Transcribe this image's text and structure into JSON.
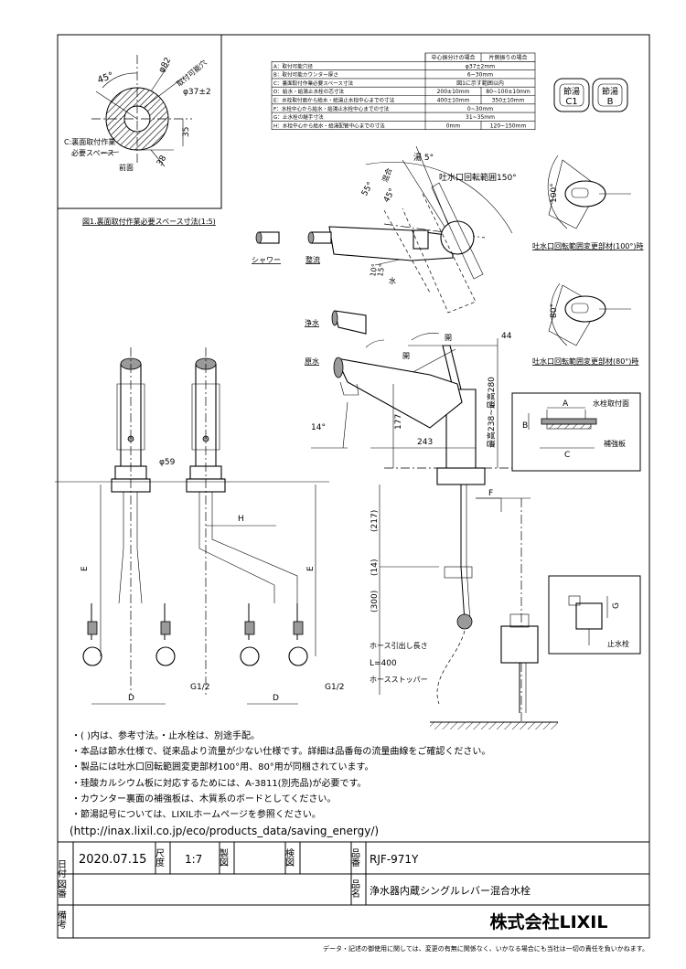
{
  "space_figure": {
    "angle": "45°",
    "dia_82": "φ82",
    "hole_label": "取付可能穴",
    "dia_37": "φ37±2",
    "dim_35": "35",
    "dim_38": "38",
    "space_label_1": "C:裏面取付作業",
    "space_label_2": "必要スペース",
    "front": "前面",
    "caption": "図1.裏面取付作業必要スペース寸法(1:5)"
  },
  "spec_table": {
    "col1": "中心振分けの場合",
    "col2": "片側振りの場合",
    "rows": [
      {
        "label": "A：取付可能穴径",
        "v1": "φ37±2mm",
        "v2": ""
      },
      {
        "label": "B：取付可能カウンター厚さ",
        "v1": "6~30mm",
        "v2": ""
      },
      {
        "label": "C：裏面取付作業必要スペース寸法",
        "v1": "図1に示す範囲以内",
        "v2": ""
      },
      {
        "label": "D：給水・給湯止水栓の芯寸法",
        "v1": "200±10mm",
        "v2": "80~100±10mm"
      },
      {
        "label": "E：水栓取付面から給水・給湯止水栓中心までの寸法",
        "v1": "400±10mm",
        "v2": "350±10mm"
      },
      {
        "label": "F：水栓中心から給水・給湯止水栓中心までの寸法",
        "v1": "0~30mm",
        "v2": ""
      },
      {
        "label": "G：止水栓の継手寸法",
        "v1": "31~35mm",
        "v2": ""
      },
      {
        "label": "H：水栓中心から給水・給湯配管中心までの寸法",
        "v1": "0mm",
        "v2": "120~150mm"
      }
    ]
  },
  "badges": {
    "c1_top": "節湯",
    "c1_main": "C1",
    "b_top": "節湯",
    "b_main": "B"
  },
  "spout_figures": {
    "rot_label": "吐水口回転範囲150°",
    "hot_angle": "湯 5°",
    "mix_label": "混合",
    "angle_55": "55°",
    "angle_45": "45°",
    "angle_10": "10°",
    "angle_15": "15°",
    "water": "水",
    "shower": "シャワー",
    "straight": "整流",
    "purified": "浄水",
    "raw": "原水",
    "fig100_angle": "100°",
    "fig100_caption": "吐水口回転範囲変更部材(100°)時",
    "fig80_angle": "80°",
    "fig80_caption": "吐水口回転範囲変更部材(80°)時"
  },
  "side_view": {
    "open1": "開",
    "open2": "開",
    "dim_44": "44",
    "dim_177": "177",
    "dim_243": "243",
    "dim_height": "最高238~最高280",
    "angle_14": "14°",
    "dim_F": "F",
    "dim_217": "(217)",
    "dim_14": "(14)",
    "dim_300": "(300)",
    "hose_len_1": "ホース引出し長さ",
    "hose_len_2": "L=400",
    "hose_stopper": "ホースストッパー"
  },
  "mount_detail": {
    "A": "A",
    "B": "B",
    "C": "C",
    "mount_surface": "水栓取付面",
    "reinforce": "補強板"
  },
  "valve_detail": {
    "G": "G",
    "label": "止水栓"
  },
  "front_view": {
    "dia_59": "φ59",
    "E_left": "E",
    "E_right": "E",
    "H": "H",
    "D_left": "D",
    "D_right": "D",
    "g_left": "G1/2",
    "g_right": "G1/2"
  },
  "notes": [
    "・( )内は、参考寸法。・止水栓は、別途手配。",
    "・本品は節水仕様で、従来品より流量が少ない仕様です。詳細は品番毎の流量曲線をご確認ください。",
    "・製品には吐水口回転範囲変更部材100°用、80°用が同梱されています。",
    "・珪酸カルシウム板に対応するためには、A-3811(別売品)が必要です。",
    "・カウンター裏面の補強板は、木質系のボードとしてください。",
    "・節湯記号については、LIXILホームページを参照ください。",
    "(http://inax.lixil.co.jp/eco/products_data/saving_energy/)"
  ],
  "title_block": {
    "date_label": "日付",
    "date": "2020.07.15",
    "scale_label": "尺度",
    "scale": "1:7",
    "drawn_label": "製図",
    "check_label": "検図",
    "partno_label": "品番",
    "partno": "RJF-971Y",
    "drawing_no_label": "図番",
    "name_label": "品名",
    "name": "浄水器内蔵シングルレバー混合水栓",
    "remarks_label": "備考",
    "company": "株式会社LIXIL"
  },
  "footer": "データ・記述の御使用に関しては、変更の有無に関係なく、いかなる場合にも当社は一切の責任を負いかねます。"
}
